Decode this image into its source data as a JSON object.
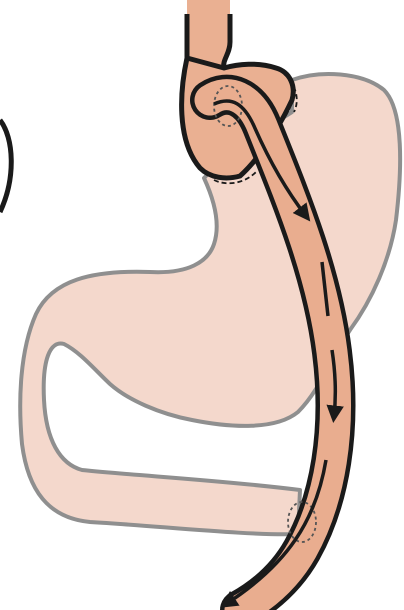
{
  "diagram": {
    "colors": {
      "stomach_remnant_fill": "#f4d8cc",
      "stomach_remnant_stroke": "#8f8f8f",
      "pouch_fill": "#eab092",
      "limb_fill": "#e9ad8f",
      "outline": "#1a1a1a",
      "background": "#ffffff"
    },
    "flow_arrows": [
      {
        "name": "flow-arrow-pouch"
      },
      {
        "name": "flow-arrow-limb-upper"
      },
      {
        "name": "flow-arrow-limb-lower"
      },
      {
        "name": "flow-arrow-exit"
      }
    ]
  }
}
